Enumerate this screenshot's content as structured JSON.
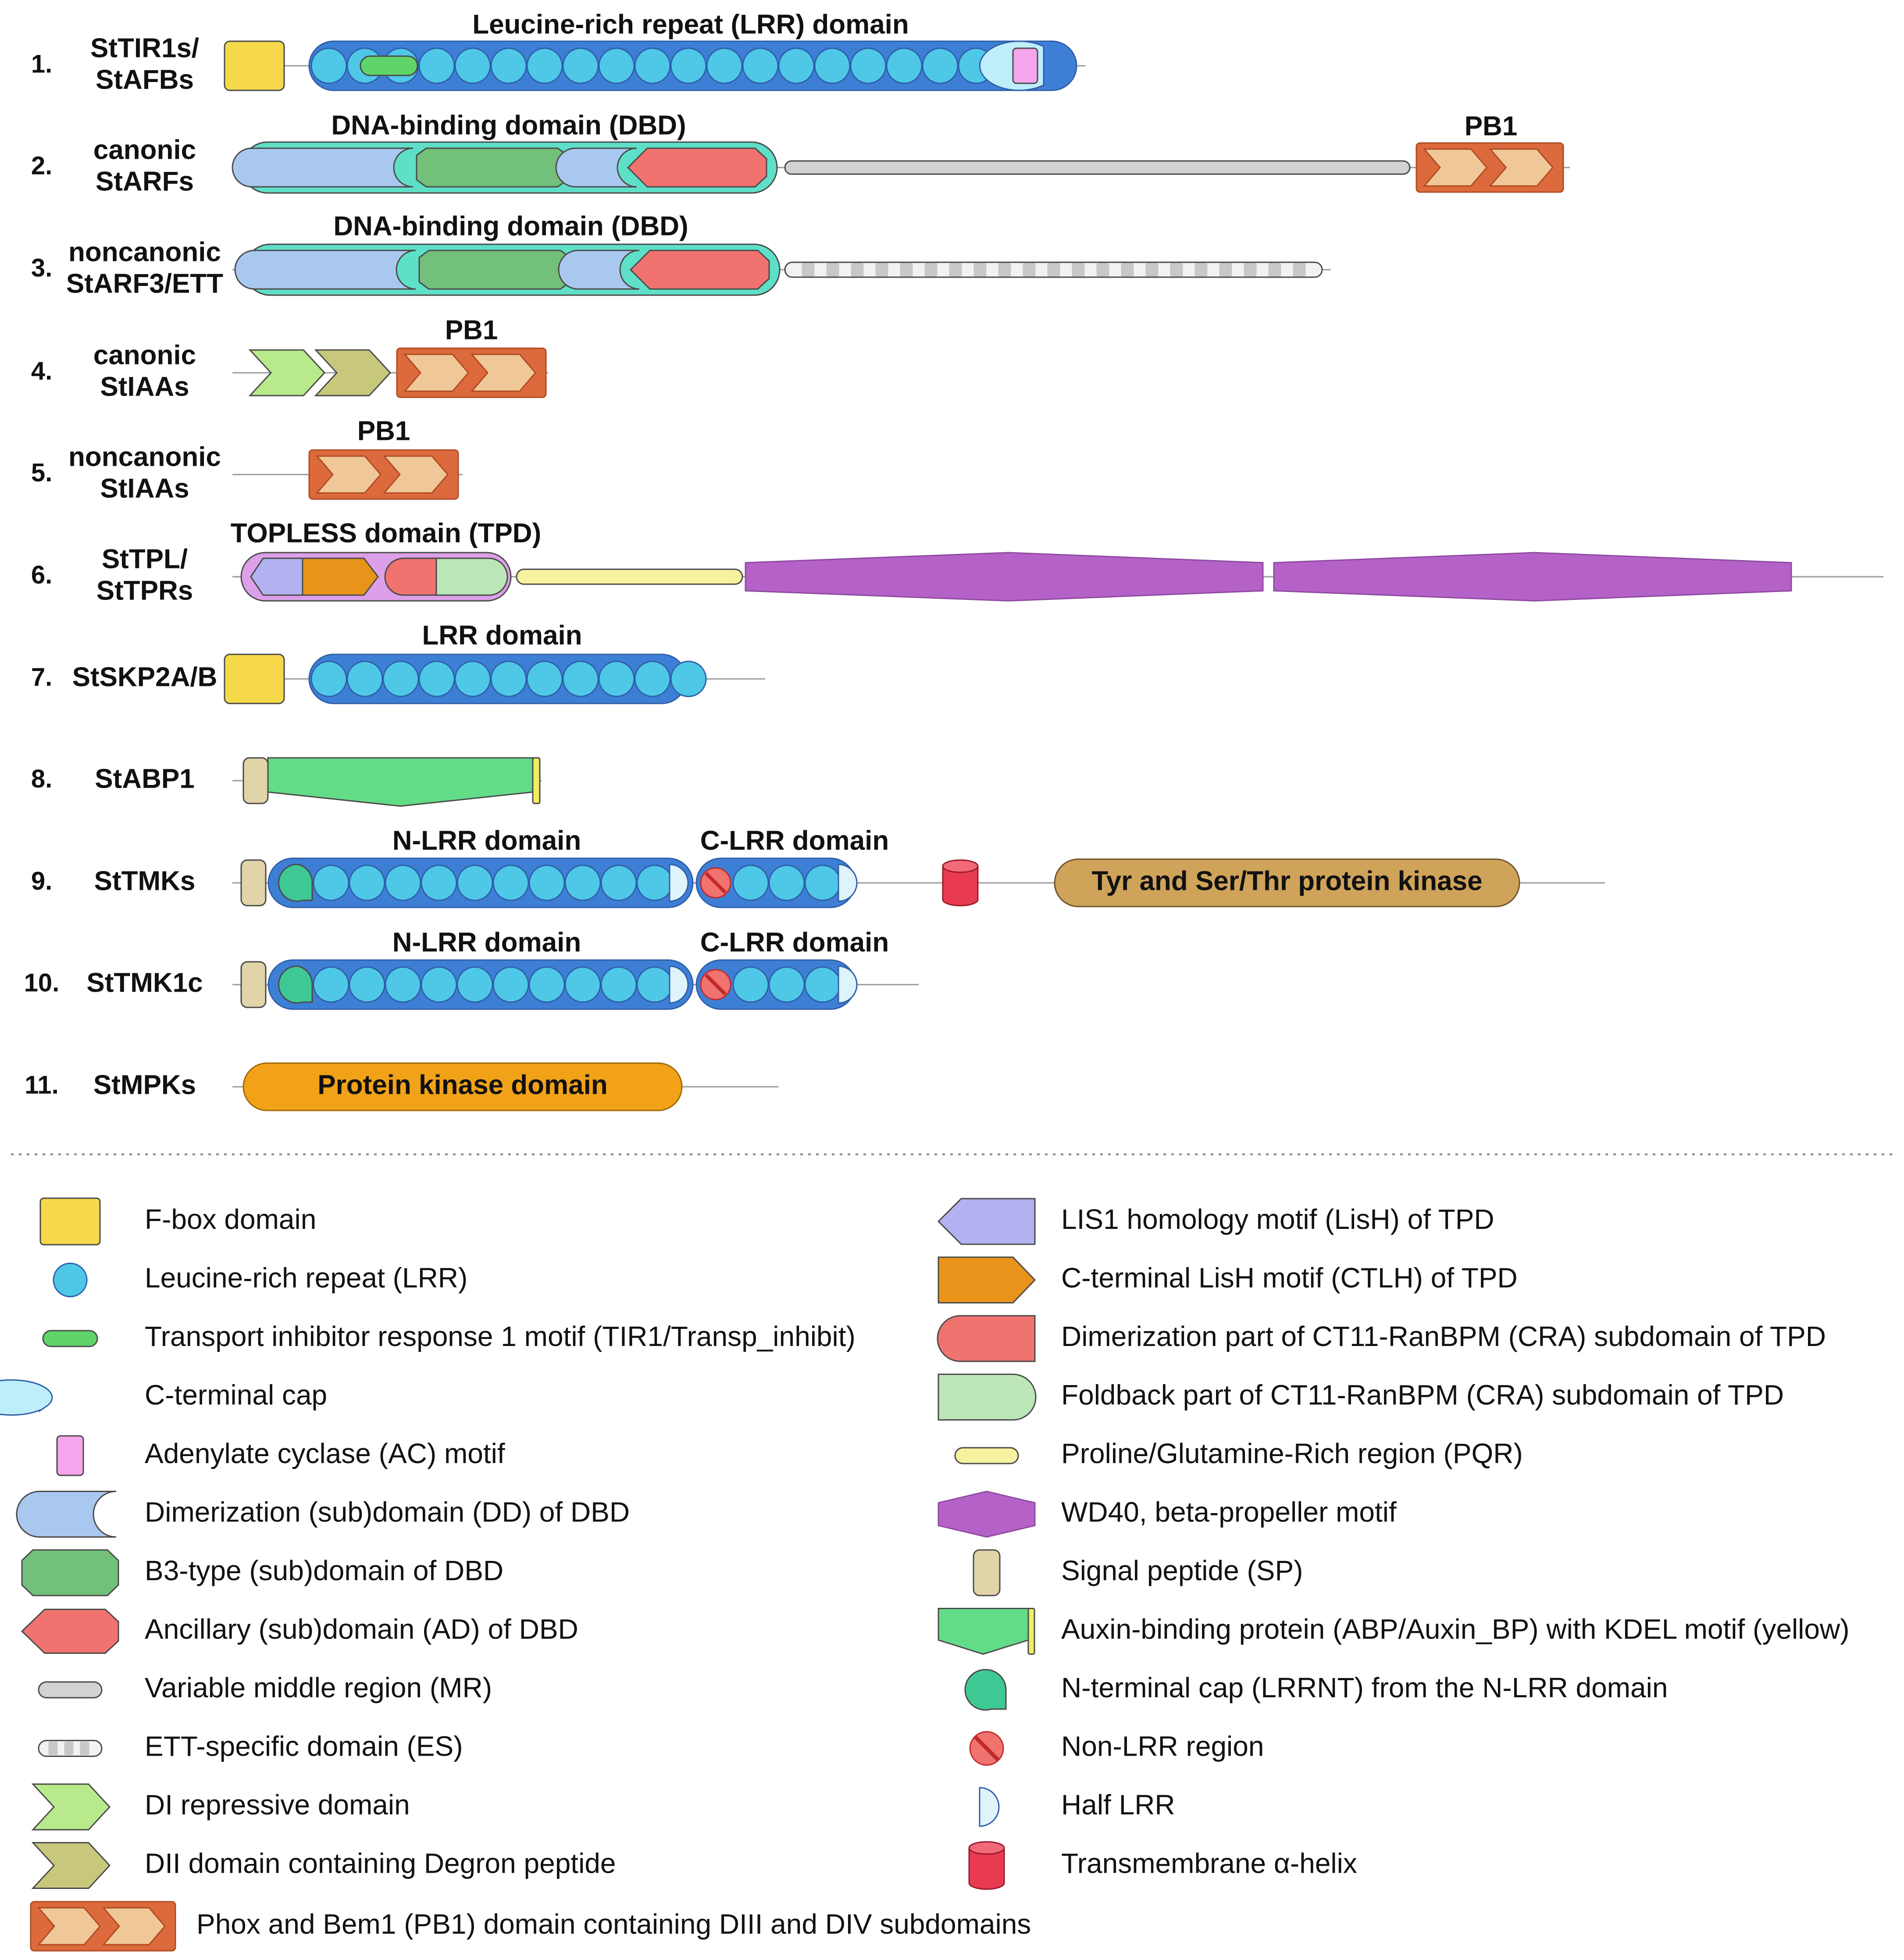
{
  "proteins": [
    {
      "num": "1.",
      "name_lines": [
        "StTIR1s/",
        "StAFBs"
      ],
      "domain_labels": [
        "Leucine-rich repeat (LRR) domain"
      ]
    },
    {
      "num": "2.",
      "name_lines": [
        "canonic",
        "StARFs"
      ],
      "domain_labels": [
        "DNA-binding domain (DBD)",
        "PB1"
      ]
    },
    {
      "num": "3.",
      "name_lines": [
        "noncanonic",
        "StARF3/ETT"
      ],
      "domain_labels": [
        "DNA-binding domain (DBD)"
      ]
    },
    {
      "num": "4.",
      "name_lines": [
        "canonic",
        "StIAAs"
      ],
      "domain_labels": [
        "PB1"
      ]
    },
    {
      "num": "5.",
      "name_lines": [
        "noncanonic",
        "StIAAs"
      ],
      "domain_labels": [
        "PB1"
      ]
    },
    {
      "num": "6.",
      "name_lines": [
        "StTPL/",
        "StTPRs"
      ],
      "domain_labels": [
        "TOPLESS domain (TPD)"
      ]
    },
    {
      "num": "7.",
      "name_lines": [
        "StSKP2A/B"
      ],
      "domain_labels": [
        "LRR domain"
      ]
    },
    {
      "num": "8.",
      "name_lines": [
        "StABP1"
      ],
      "domain_labels": []
    },
    {
      "num": "9.",
      "name_lines": [
        "StTMKs"
      ],
      "domain_labels": [
        "N-LRR domain",
        "C-LRR domain"
      ],
      "kinase_label": "Tyr and Ser/Thr protein kinase"
    },
    {
      "num": "10.",
      "name_lines": [
        "StTMK1c"
      ],
      "domain_labels": [
        "N-LRR domain",
        "C-LRR domain"
      ]
    },
    {
      "num": "11.",
      "name_lines": [
        "StMPKs"
      ],
      "domain_labels": [],
      "kinase_label": "Protein kinase domain"
    }
  ],
  "legend": {
    "left": [
      {
        "icon": "f-box-icon",
        "label": "F-box domain"
      },
      {
        "icon": "lrr-icon",
        "label": "Leucine-rich repeat (LRR)"
      },
      {
        "icon": "tir1-motif-icon",
        "label": "Transport inhibitor response 1 motif (TIR1/Transp_inhibit)"
      },
      {
        "icon": "c-terminal-cap-icon",
        "label": "C-terminal cap"
      },
      {
        "icon": "ac-motif-icon",
        "label": "Adenylate cyclase (AC) motif"
      },
      {
        "icon": "dd-icon",
        "label": "Dimerization (sub)domain (DD) of DBD"
      },
      {
        "icon": "b3-icon",
        "label": "B3-type (sub)domain of DBD"
      },
      {
        "icon": "ad-icon",
        "label": "Ancillary (sub)domain (AD) of DBD"
      },
      {
        "icon": "mr-icon",
        "label": "Variable middle region (MR)"
      },
      {
        "icon": "es-icon",
        "label": "ETT-specific domain (ES)"
      },
      {
        "icon": "di-icon",
        "label": "DI repressive domain"
      },
      {
        "icon": "dii-icon",
        "label": "DII domain containing Degron peptide"
      }
    ],
    "right": [
      {
        "icon": "lish-icon",
        "label": "LIS1 homology motif (LisH) of TPD"
      },
      {
        "icon": "ctlh-icon",
        "label": "C-terminal LisH motif (CTLH) of TPD"
      },
      {
        "icon": "cra-dimer-icon",
        "label": "Dimerization part of CT11-RanBPM (CRA) subdomain of TPD"
      },
      {
        "icon": "cra-foldback-icon",
        "label": "Foldback part of CT11-RanBPM (CRA) subdomain of TPD"
      },
      {
        "icon": "pqr-icon",
        "label": "Proline/Glutamine-Rich region (PQR)"
      },
      {
        "icon": "wd40-icon",
        "label": "WD40, beta-propeller motif"
      },
      {
        "icon": "signal-peptide-icon",
        "label": "Signal peptide (SP)"
      },
      {
        "icon": "abp-icon",
        "label": "Auxin-binding protein (ABP/Auxin_BP) with KDEL motif (yellow)"
      },
      {
        "icon": "lrrnt-icon",
        "label": "N-terminal cap (LRRNT) from the N-LRR domain"
      },
      {
        "icon": "non-lrr-icon",
        "label": "Non-LRR region"
      },
      {
        "icon": "half-lrr-icon",
        "label": "Half LRR"
      },
      {
        "icon": "transmembrane-icon",
        "label": "Transmembrane α-helix"
      }
    ],
    "bottom": {
      "icon": "pb1-icon",
      "label": "Phox and Bem1 (PB1) domain containing DIII and DIV subdomains"
    }
  },
  "colors": {
    "fbox": "#f5d94a",
    "lrr": "#4fc8e8",
    "lrr_box": "#3e7fd6",
    "tir1": "#5ed46a",
    "cap": "#bfeefb",
    "ac": "#f6a6ec",
    "dbd_outline": "#5ee0c8",
    "dd": "#a9c8f0",
    "b3": "#72c07a",
    "ad": "#f07370",
    "mr": "#d2d2d2",
    "di": "#b8ea8c",
    "dii": "#c8c87c",
    "pb1_box": "#dc6a3c",
    "pb1_chevron": "#f0c898",
    "lish": "#b2b2f0",
    "ctlh": "#e8941a",
    "cra_foldback": "#bde6b8",
    "tpd_outline": "#dca0e8",
    "pqr": "#f6f2a0",
    "wd40": "#b562c8",
    "signal": "#e0d4a8",
    "abp": "#62dc86",
    "kdel": "#f0ee60",
    "lrrnt": "#3ec894",
    "tm": "#e83a50",
    "kinase_tmk": "#cfa35a",
    "kinase_mpk": "#f2a218"
  }
}
